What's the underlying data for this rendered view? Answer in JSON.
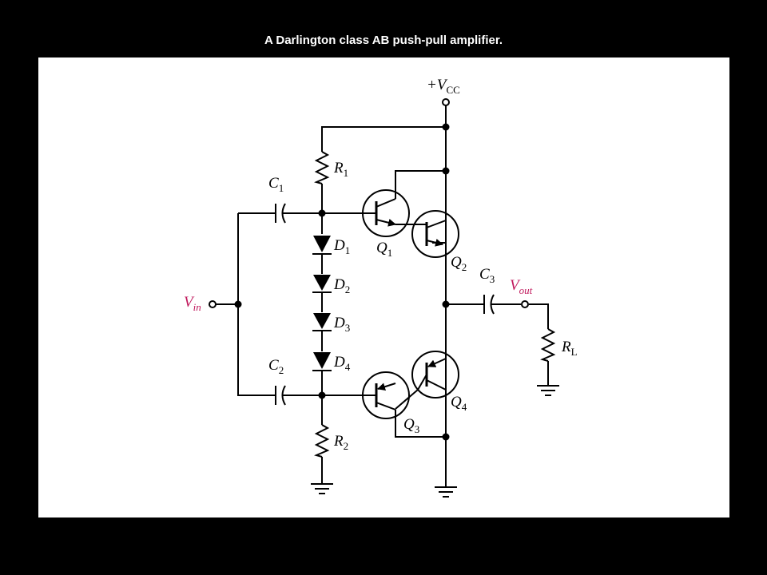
{
  "title": "A Darlington class AB push-pull amplifier.",
  "colors": {
    "background": "#000000",
    "panel": "#ffffff",
    "signal_label": "#c0185c",
    "wire": "#000000"
  },
  "labels": {
    "vcc": {
      "main": "+V",
      "sub": "CC"
    },
    "r1": {
      "main": "R",
      "sub": "1"
    },
    "r2": {
      "main": "R",
      "sub": "2"
    },
    "rl": {
      "main": "R",
      "sub": "L"
    },
    "c1": {
      "main": "C",
      "sub": "1"
    },
    "c2": {
      "main": "C",
      "sub": "2"
    },
    "c3": {
      "main": "C",
      "sub": "3"
    },
    "d1": {
      "main": "D",
      "sub": "1"
    },
    "d2": {
      "main": "D",
      "sub": "2"
    },
    "d3": {
      "main": "D",
      "sub": "3"
    },
    "d4": {
      "main": "D",
      "sub": "4"
    },
    "q1": {
      "main": "Q",
      "sub": "1"
    },
    "q2": {
      "main": "Q",
      "sub": "2"
    },
    "q3": {
      "main": "Q",
      "sub": "3"
    },
    "q4": {
      "main": "Q",
      "sub": "4"
    },
    "vin": {
      "main": "V",
      "sub": "in"
    },
    "vout": {
      "main": "V",
      "sub": "out"
    }
  }
}
